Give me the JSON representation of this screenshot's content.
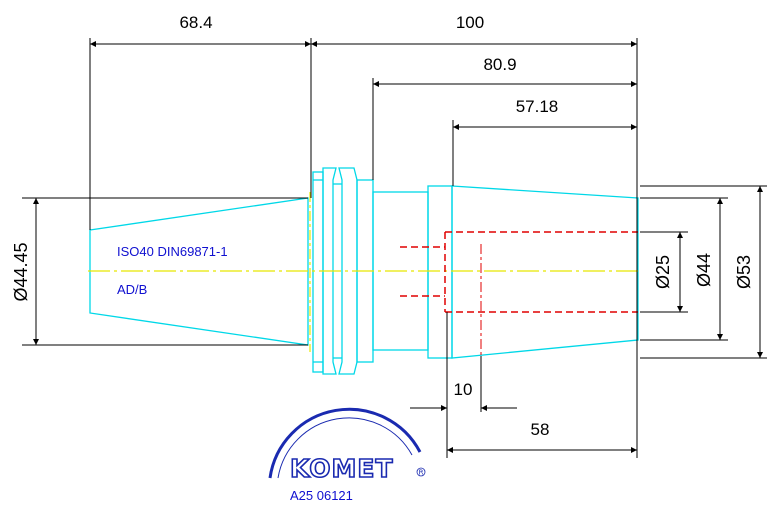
{
  "dimensions": {
    "shank_length": "68.4",
    "overall_length": "100",
    "length_from_flange": "80.9",
    "body_length": "57.18",
    "insert_depth": "10",
    "bore_length": "58",
    "taper_diameter": "Ø44.45",
    "bore_diameter": "Ø25",
    "body_diameter": "Ø44",
    "max_diameter": "Ø53"
  },
  "notes": {
    "standard": "ISO40 DIN69871-1",
    "form": "AD/B"
  },
  "logo": {
    "brand": "KOMET",
    "registered": "R",
    "part_number": "A25 06121"
  },
  "colors": {
    "outline": "#00d8e8",
    "centerline": "#e8e800",
    "hidden": "#e00000",
    "dimension": "#000000",
    "text": "#1010d0",
    "logo": "#1a2ab0"
  }
}
